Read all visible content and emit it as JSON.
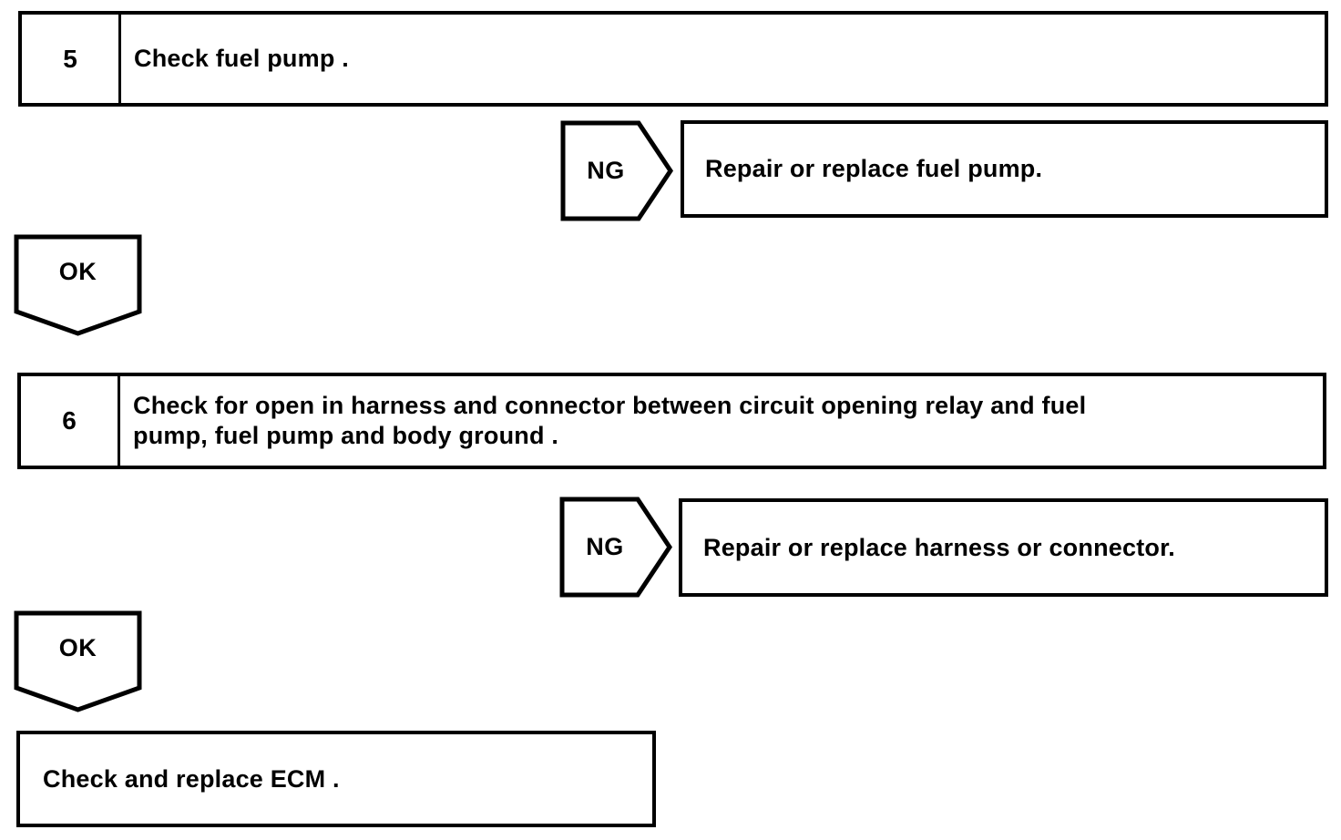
{
  "page": {
    "background_color": "#ffffff",
    "ink_color": "#000000"
  },
  "flowchart": {
    "steps": [
      {
        "number": "5",
        "instruction": "Check fuel pump .",
        "ng": {
          "label": "NG",
          "result": "Repair or replace fuel pump."
        },
        "ok": {
          "label": "OK"
        }
      },
      {
        "number": "6",
        "instruction_lines": [
          "Check for open in harness and connector between circuit opening relay and fuel",
          "pump, fuel pump and body ground ."
        ],
        "ng": {
          "label": "NG",
          "result": "Repair or replace harness or connector."
        },
        "ok": {
          "label": "OK"
        }
      }
    ],
    "final_action": "Check and replace ECM ."
  }
}
